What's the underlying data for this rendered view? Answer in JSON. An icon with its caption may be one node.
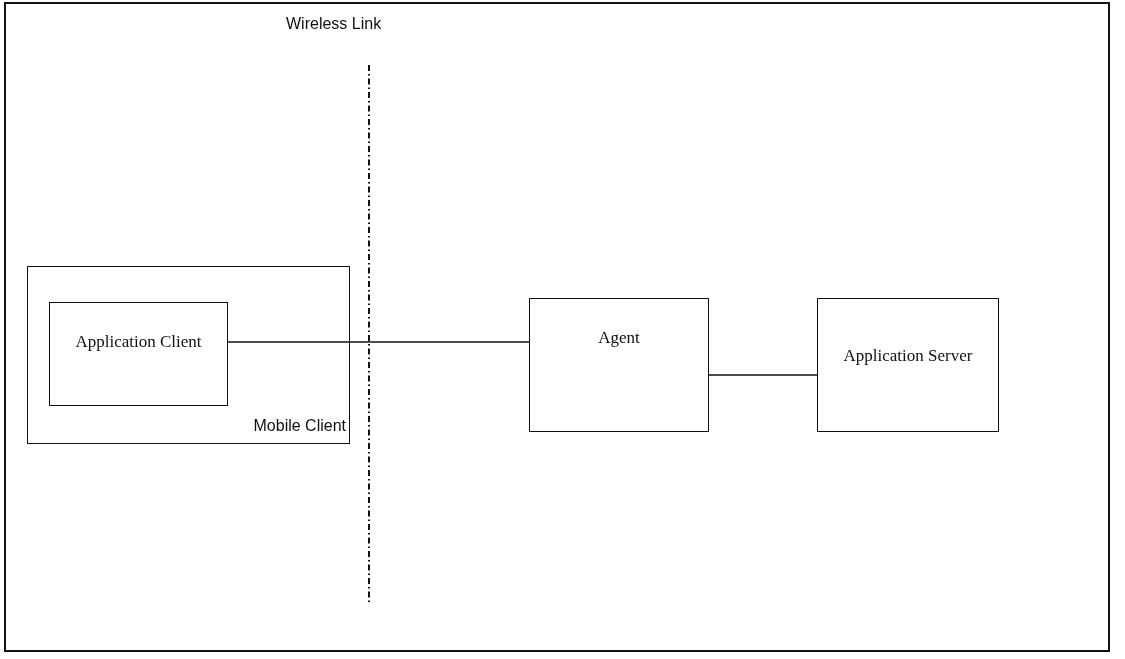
{
  "diagram": {
    "nodes": [
      {
        "text": [
          "Mobile Client"
        ]
      },
      {
        "text": [
          "Application Client"
        ],
        "in": 0
      },
      {
        "text": [
          "Agent"
        ]
      },
      {
        "text": [
          "Application Server"
        ]
      }
    ],
    "edges": [
      {
        "from": 1,
        "to": 2,
        "arrow": "none"
      },
      {
        "from": 2,
        "to": 3,
        "arrow": "none"
      }
    ],
    "labels": [
      "Wireless Link"
    ]
  }
}
